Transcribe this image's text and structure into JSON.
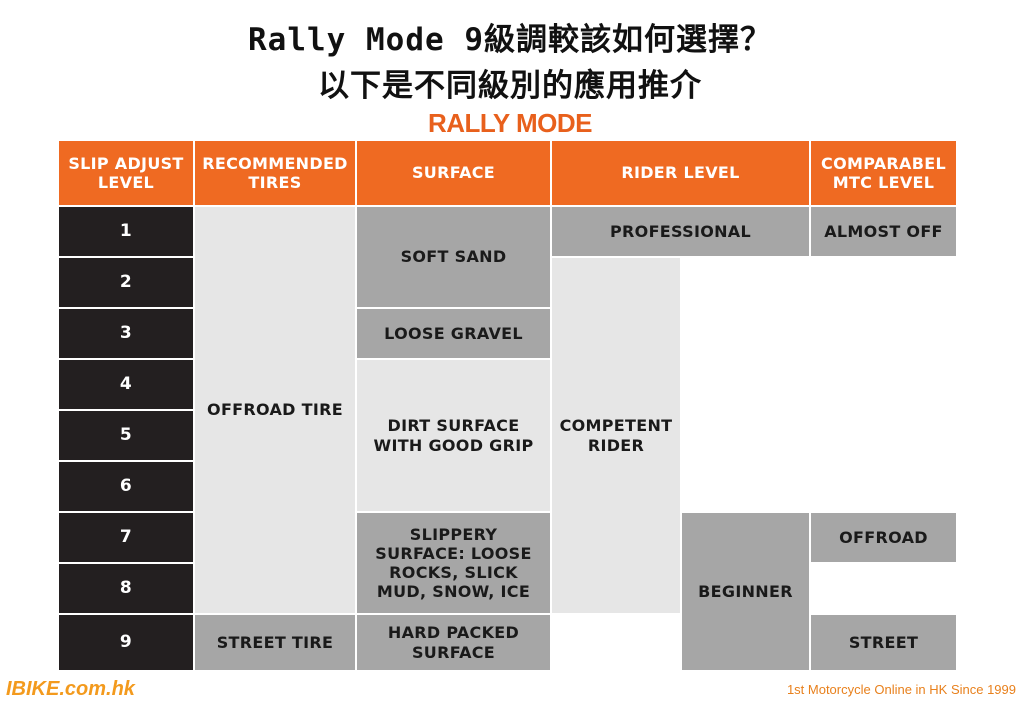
{
  "title": {
    "line1": "Rally Mode 9級調較該如何選擇？",
    "line2": "以下是不同級別的應用推介"
  },
  "subtitle": "RALLY MODE",
  "table": {
    "headers": {
      "slip": "SLIP ADJUST LEVEL",
      "tires": "RECOMMENDED TIRES",
      "surface": "SURFACE",
      "rider": "RIDER LEVEL",
      "mtc": "COMPARABEL MTC LEVEL"
    },
    "levels": [
      "1",
      "2",
      "3",
      "4",
      "5",
      "6",
      "7",
      "8",
      "9"
    ],
    "tires": {
      "offroad": "OFFROAD TIRE",
      "street": "STREET TIRE"
    },
    "surfaces": {
      "soft_sand": "SOFT SAND",
      "loose_gravel": "LOOSE GRAVEL",
      "dirt": "DIRT SURFACE WITH GOOD GRIP",
      "slippery": "SLIPPERY SURFACE: LOOSE ROCKS, SLICK MUD, SNOW, ICE",
      "hard_packed": "HARD PACKED SURFACE"
    },
    "rider": {
      "professional": "PROFESSIONAL",
      "competent": "COMPETENT RIDER",
      "beginner": "BEGINNER"
    },
    "mtc": {
      "almost_off": "ALMOST OFF",
      "offroad": "OFFROAD",
      "street": "STREET"
    }
  },
  "footer": {
    "logo": "IBIKE.com.hk",
    "tagline": "1st  Motorcycle Online in HK Since 1999"
  },
  "colors": {
    "header_orange": "#ef6a22",
    "level_dark": "#231f20",
    "gray_mid": "#a6a6a6",
    "gray_light": "#e6e6e6"
  }
}
